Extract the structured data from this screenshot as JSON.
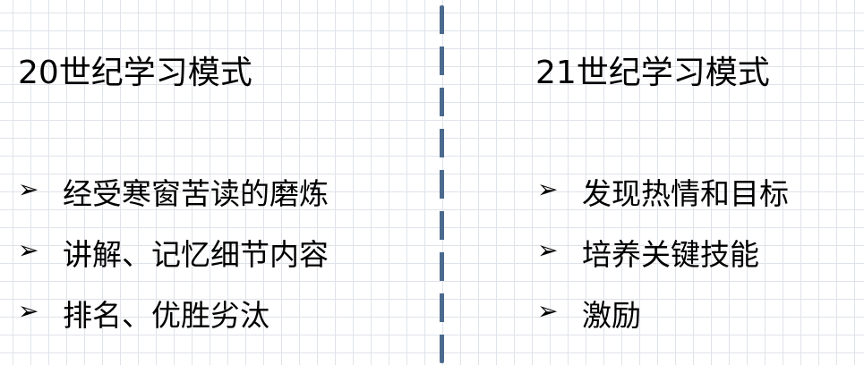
{
  "left": {
    "title": "20世纪学习模式",
    "items": [
      "经受寒窗苦读的磨炼",
      "讲解、记忆细节内容",
      "排名、优胜劣汰"
    ]
  },
  "right": {
    "title": "21世纪学习模式",
    "items": [
      "发现热情和目标",
      "培养关键技能",
      "激励"
    ]
  },
  "bullet": "➢",
  "colors": {
    "divider": "#4b6a8e",
    "grid": "#dfe3ea"
  }
}
